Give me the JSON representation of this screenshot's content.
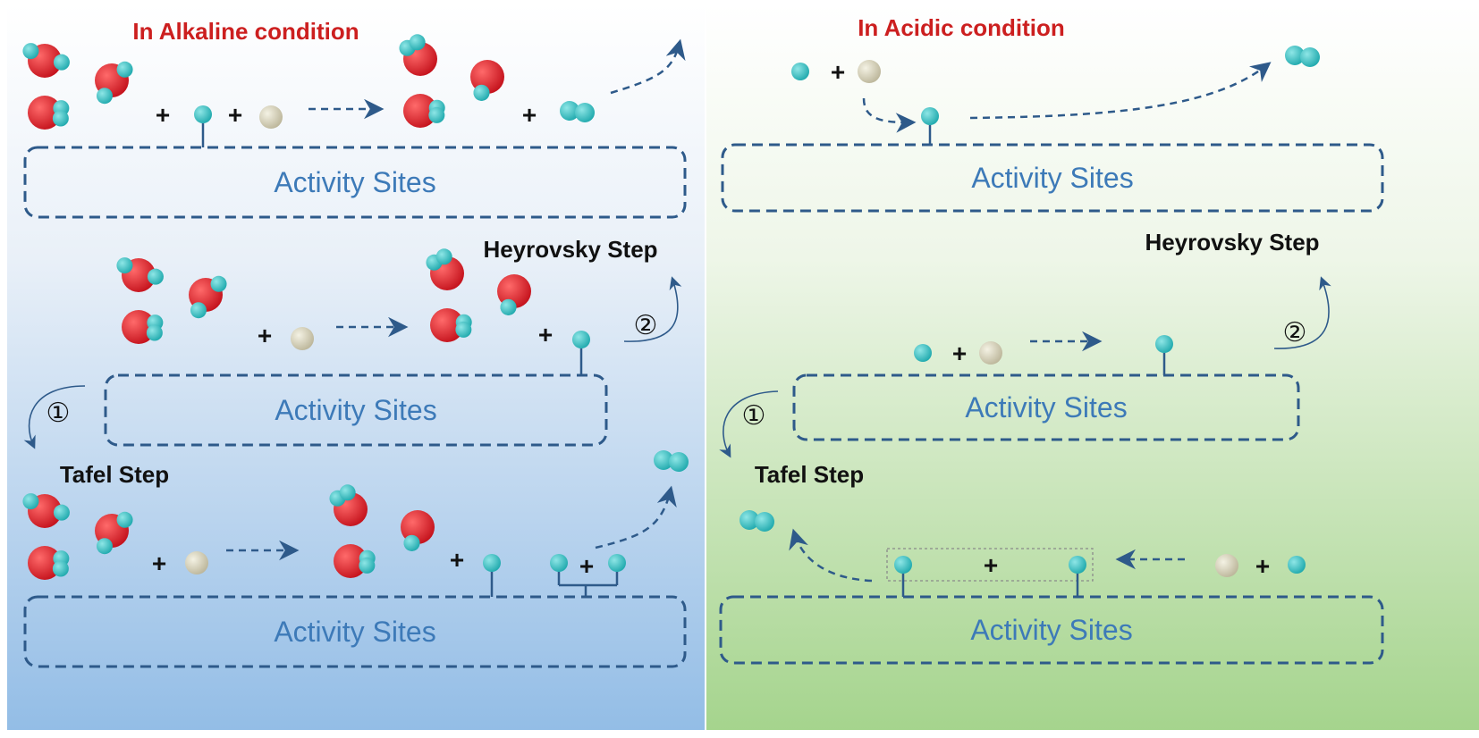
{
  "colors": {
    "title_red": "#cc1f1f",
    "box_stroke": "#2e5a8a",
    "site_text": "#3d7ab8",
    "arrow": "#2e5a8a",
    "h_atom": "#35c2c2",
    "o_atom": "#e0242c",
    "electron": "#d6d2b4",
    "left_bg_top": "#ffffff",
    "left_bg_bottom": "#99c0e6",
    "right_bg_top": "#ffffff",
    "right_bg_bottom": "#a8d592"
  },
  "legend_icons": [
    "water-molecule-icon",
    "hydrogen-atom-icon",
    "electron-icon",
    "hydrogen-molecule-icon"
  ],
  "alkaline": {
    "title": "In Alkaline condition",
    "heyrovsky": "Heyrovsky Step",
    "tafel": "Tafel Step",
    "step1": "①",
    "step2": "②",
    "site_label": "Activity Sites",
    "plus": "+"
  },
  "acidic": {
    "title": "In Acidic condition",
    "heyrovsky": "Heyrovsky Step",
    "tafel": "Tafel Step",
    "step1": "①",
    "step2": "②",
    "site_label": "Activity Sites",
    "plus": "+"
  }
}
